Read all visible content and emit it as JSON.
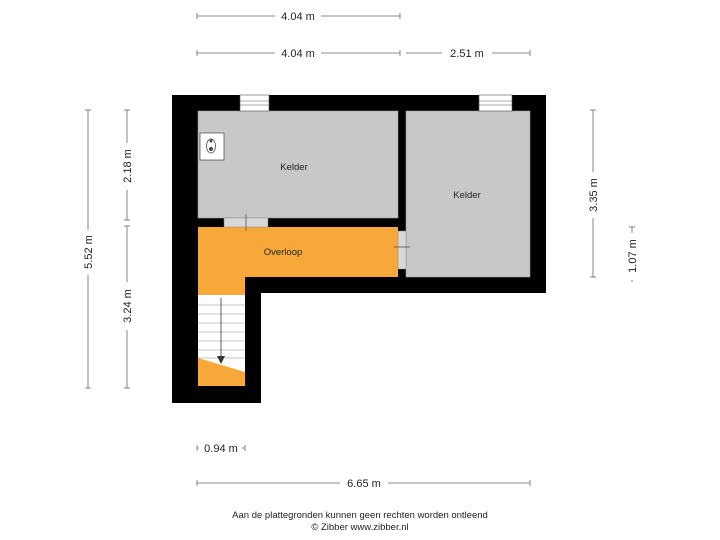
{
  "dimensions": {
    "top_total": "4.04 m",
    "top_left": "4.04 m",
    "top_right": "2.51 m",
    "left_total": "5.52 m",
    "left_upper": "2.18 m",
    "left_lower": "3.24 m",
    "right_upper": "3.35 m",
    "right_lower": "1.07 m",
    "bottom_small": "0.94 m",
    "bottom_total": "6.65 m"
  },
  "rooms": {
    "kelder_left": "Kelder",
    "kelder_right": "Kelder",
    "overloop": "Overloop"
  },
  "footer": {
    "line1": "Aan de plattegronden kunnen geen rechten worden ontleend",
    "line2": "© Zibber www.zibber.nl"
  },
  "colors": {
    "wall": "#000000",
    "room_fill": "#c8c8c8",
    "overloop_fill": "#f6a93a",
    "floor_outside": "#ffffff"
  }
}
